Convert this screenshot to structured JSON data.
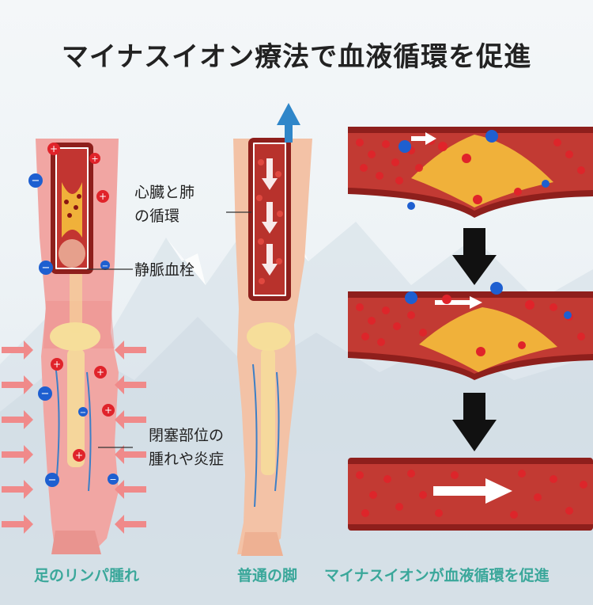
{
  "title": "マイナスイオン療法で血液循環を促進",
  "labels": {
    "heart_lung": [
      "心臓と肺",
      "の循環"
    ],
    "venous_thrombus": "静脈血栓",
    "swelling": [
      "閉塞部位の",
      "腫れや炎症"
    ]
  },
  "captions": {
    "left": "足のリンパ腫れ",
    "middle": "普通の脚",
    "right": "マイナスイオンが血液循環を促進"
  },
  "colors": {
    "title": "#222222",
    "caption": "#3aa79a",
    "vessel": "#b8322c",
    "blood_cell": "#d8232a",
    "thrombus": "#f0b13a",
    "ion_blue": "#1e5fd0",
    "ion_red": "#e0232a",
    "arrow_pink": "#f08a8a"
  },
  "icons": [
    "plus-ion-icon",
    "minus-ion-icon",
    "down-arrow-icon",
    "flow-arrow-icon",
    "up-arrow-icon"
  ]
}
